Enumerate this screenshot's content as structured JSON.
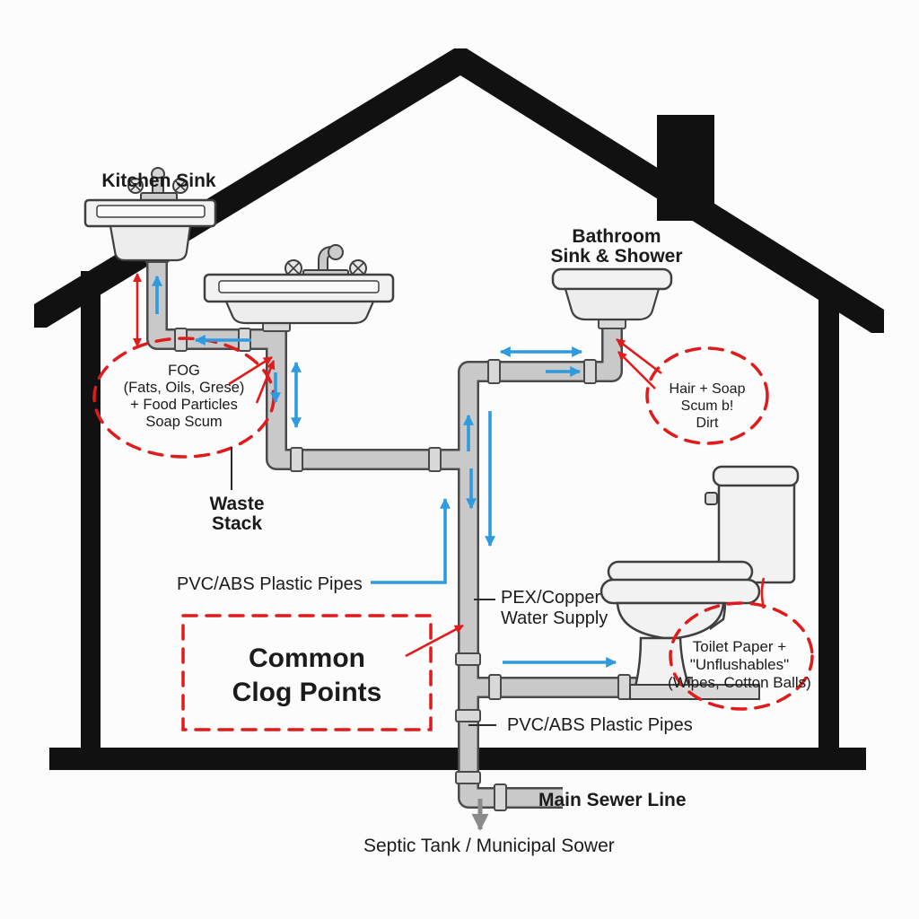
{
  "diagram_title": "Common Clog Points",
  "fixtures": {
    "kitchen_sink_label": "Kitchen Sink",
    "bathroom_label_line1": "Bathroom",
    "bathroom_label_line2": "Sink & Shower"
  },
  "clog_annotations": {
    "fog": {
      "lines": [
        "FOG",
        "(Fats, Oils, Grese)",
        "+ Food Particles",
        "Soap Scum"
      ]
    },
    "hair": {
      "lines": [
        "Hair + Soap",
        "Scum b!",
        "Dirt"
      ]
    },
    "toilet": {
      "lines": [
        "Toilet Paper +",
        "\"Unflushables\"",
        "(Wipes, Cotton Balls)"
      ]
    }
  },
  "legend_box": {
    "lines": [
      "Common",
      "Clog Points"
    ]
  },
  "pipe_labels": {
    "waste_stack_line1": "Waste",
    "waste_stack_line2": "Stack",
    "pvc_abs_upper": "PVC/ABS Plastic Pipes",
    "pex_line1": "PEX/Copper",
    "pex_line2": "Water Supply",
    "pvc_abs_lower": "PVC/ABS Plastic Pipes",
    "main_sewer": "Main Sewer Line",
    "septic": "Septic Tank / Municipal Sower"
  },
  "colors": {
    "flow_arrow_blue": "#2e9be0",
    "clog_red": "#e01b1b",
    "pipe_gray": "#c9c9c9",
    "pipe_outline": "#4a4a4a",
    "house_black": "#111111",
    "sewer_arrow_gray": "#8a8a8a",
    "background": "#fcfcfc"
  }
}
